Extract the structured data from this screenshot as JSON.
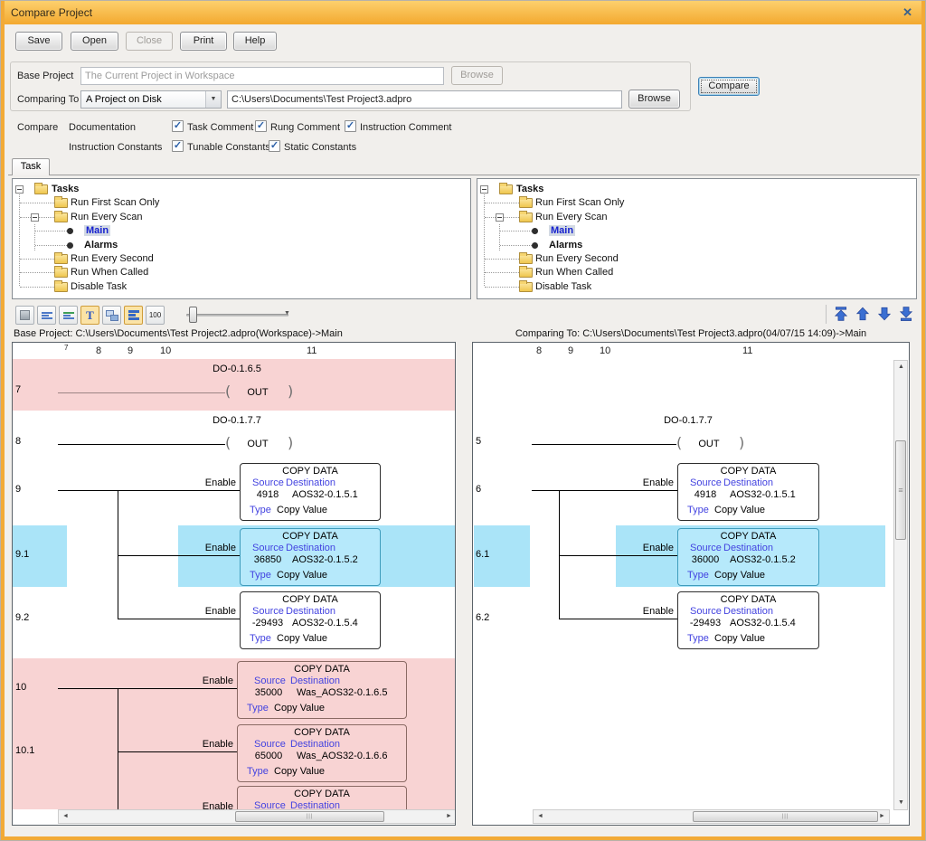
{
  "window": {
    "title": "Compare Project",
    "close_glyph": "✕"
  },
  "glyphs": {
    "check": "✓",
    "scroll_left": "◄",
    "scroll_right": "►",
    "scroll_up": "▲",
    "scroll_down": "▼",
    "combo_arrow": "▼",
    "slider_arrow": "▼",
    "grip_h": "|||",
    "grip_v": "≡"
  },
  "toolbar": {
    "buttons": [
      {
        "label": "Save",
        "enabled": true
      },
      {
        "label": "Open",
        "enabled": true
      },
      {
        "label": "Close",
        "enabled": false
      },
      {
        "label": "Print",
        "enabled": true
      },
      {
        "label": "Help",
        "enabled": true
      }
    ]
  },
  "form": {
    "base_project_label": "Base Project",
    "base_project_value": "The Current Project in Workspace",
    "base_browse_label": "Browse",
    "comparing_to_label": "Comparing To",
    "comparing_to_value": "A Project on Disk",
    "path_value": "C:\\Users\\Documents\\Test Project3.adpro",
    "browse_label": "Browse",
    "compare_label": "Compare"
  },
  "options": {
    "section_label": "Compare",
    "rows": [
      {
        "group": "Documentation",
        "items": [
          {
            "label": "Task Comment",
            "checked": true
          },
          {
            "label": "Rung Comment",
            "checked": true
          },
          {
            "label": "Instruction Comment",
            "checked": true
          }
        ]
      },
      {
        "group": "Instruction Constants",
        "items": [
          {
            "label": "Tunable Constants",
            "checked": true
          },
          {
            "label": "Static Constants",
            "checked": true
          }
        ]
      }
    ]
  },
  "tab_label": "Task",
  "tree": {
    "items": [
      {
        "label": "Tasks",
        "level": 0,
        "icon": "folder",
        "bold": true,
        "expander": true
      },
      {
        "label": "Run First Scan Only",
        "level": 1,
        "icon": "folder"
      },
      {
        "label": "Run Every Scan",
        "level": 1,
        "icon": "folder",
        "expander": true
      },
      {
        "label": "Main",
        "level": 2,
        "icon": "bullet",
        "bold": true,
        "selected": true
      },
      {
        "label": "Alarms",
        "level": 2,
        "icon": "bullet",
        "bold": true
      },
      {
        "label": "Run Every Second",
        "level": 1,
        "icon": "folder"
      },
      {
        "label": "Run When Called",
        "level": 1,
        "icon": "folder"
      },
      {
        "label": "Disable Task",
        "level": 1,
        "icon": "folder"
      }
    ]
  },
  "ladder_toolbar": {
    "icons": [
      {
        "name": "display-mode-icon",
        "type": "page",
        "active": false
      },
      {
        "name": "task-comment-view-icon",
        "type": "lines",
        "active": false
      },
      {
        "name": "rung-comment-view-icon",
        "type": "lines-green",
        "active": false
      },
      {
        "name": "text-view-icon",
        "type": "T",
        "label": "T",
        "active": true
      },
      {
        "name": "pane-view-icon",
        "type": "panes",
        "active": false
      },
      {
        "name": "instruction-comment-view-icon",
        "type": "lines2",
        "active": true
      },
      {
        "name": "zoom-level-button",
        "type": "text",
        "label": "100",
        "active": false
      }
    ]
  },
  "nav": {
    "items": [
      {
        "name": "first-difference-button",
        "dir": "first"
      },
      {
        "name": "previous-difference-button",
        "dir": "up"
      },
      {
        "name": "next-difference-button",
        "dir": "down"
      },
      {
        "name": "last-difference-button",
        "dir": "last"
      }
    ]
  },
  "copybox": {
    "title": "COPY DATA",
    "source_label": "Source",
    "dest_label": "Destination",
    "type_label": "Type",
    "enable_label": "Enable"
  },
  "panels": {
    "left": {
      "header": "Base Project: C:\\Users\\Documents\\Test Project2.adpro(Workspace)->Main",
      "ruler": [
        "7",
        "8",
        "9",
        "10",
        "11"
      ],
      "rungs": [
        {
          "kind": "coil",
          "num": "7",
          "label": "DO-0.1.6.5",
          "coil": "OUT",
          "state": "removed",
          "muted": true
        },
        {
          "kind": "coil",
          "num": "8",
          "label": "DO-0.1.7.7",
          "coil": "OUT",
          "state": "same"
        },
        {
          "kind": "copy",
          "num": "9",
          "source": "4918",
          "dest": "AOS32-0.1.5.1",
          "type_value": "Copy Value",
          "state": "same",
          "branch": "start"
        },
        {
          "kind": "copy",
          "num": "9.1",
          "source": "36850",
          "dest": "AOS32-0.1.5.2",
          "type_value": "Copy Value",
          "state": "changed",
          "branch": "mid"
        },
        {
          "kind": "copy",
          "num": "9.2",
          "source": "-29493",
          "dest": "AOS32-0.1.5.4",
          "type_value": "Copy Value",
          "state": "same",
          "branch": "end"
        },
        {
          "kind": "copy",
          "num": "10",
          "source": "35000",
          "dest": "Was_AOS32-0.1.6.5",
          "type_value": "Copy Value",
          "state": "removed",
          "branch": "start",
          "wide": true
        },
        {
          "kind": "copy",
          "num": "10.1",
          "source": "65000",
          "dest": "Was_AOS32-0.1.6.6",
          "type_value": "Copy Value",
          "state": "removed",
          "branch": "mid",
          "wide": true
        },
        {
          "kind": "copy_partial",
          "state": "removed",
          "branch": "mid",
          "wide": true
        }
      ]
    },
    "right": {
      "header": "Comparing To: C:\\Users\\Documents\\Test Project3.adpro(04/07/15 14:09)->Main",
      "ruler": [
        "8",
        "9",
        "10",
        "11"
      ],
      "rungs": [
        {
          "kind": "spacer"
        },
        {
          "kind": "coil",
          "num": "5",
          "label": "DO-0.1.7.7",
          "coil": "OUT",
          "state": "same"
        },
        {
          "kind": "copy",
          "num": "6",
          "source": "4918",
          "dest": "AOS32-0.1.5.1",
          "type_value": "Copy Value",
          "state": "same",
          "branch": "start"
        },
        {
          "kind": "copy",
          "num": "6.1",
          "source": "36000",
          "dest": "AOS32-0.1.5.2",
          "type_value": "Copy Value",
          "state": "changed",
          "branch": "mid"
        },
        {
          "kind": "copy",
          "num": "6.2",
          "source": "-29493",
          "dest": "AOS32-0.1.5.4",
          "type_value": "Copy Value",
          "state": "same",
          "branch": "end"
        }
      ]
    }
  }
}
